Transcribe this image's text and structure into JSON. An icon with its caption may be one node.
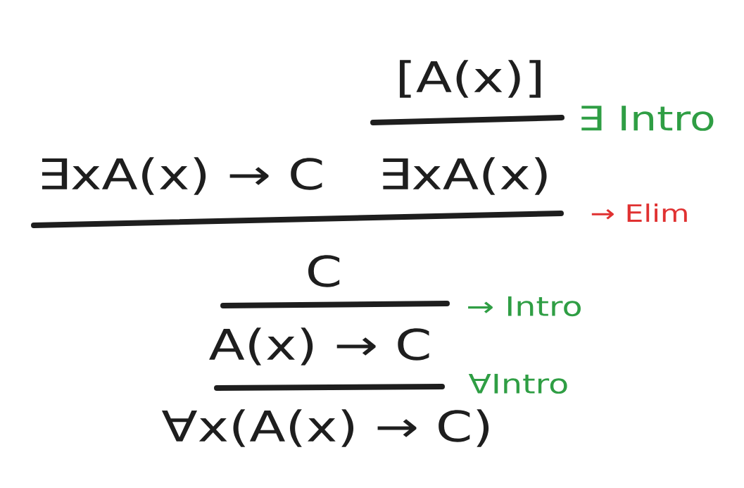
{
  "diagram": {
    "labels": [
      "[A(x)]",
      "∃ Intro",
      "∃xA(x) → C",
      "∃xA(x)",
      "→ Elim",
      "C",
      "→ Intro",
      "A(x) → C",
      "∀Intro",
      "∀x(A(x) → C)"
    ]
  }
}
